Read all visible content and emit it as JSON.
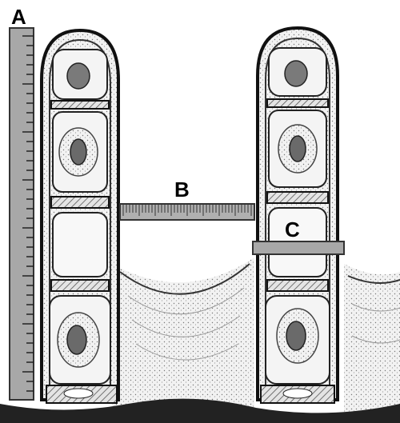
{
  "labels": {
    "a": "A",
    "b": "B",
    "c": "C"
  },
  "colors": {
    "outline": "#111111",
    "ruler_fill": "#a8a8a8",
    "ruler_tick": "#222222",
    "cell_fill": "#f4f4f4",
    "stipple": "#8a8a8a",
    "nucleus": "#7a7a7a",
    "matrix": "#dcdcdc"
  },
  "icons": {
    "ruler_a": "vertical-scale-bar",
    "ruler_b": "horizontal-scale-bar",
    "bar_c": "thickness-bar"
  }
}
